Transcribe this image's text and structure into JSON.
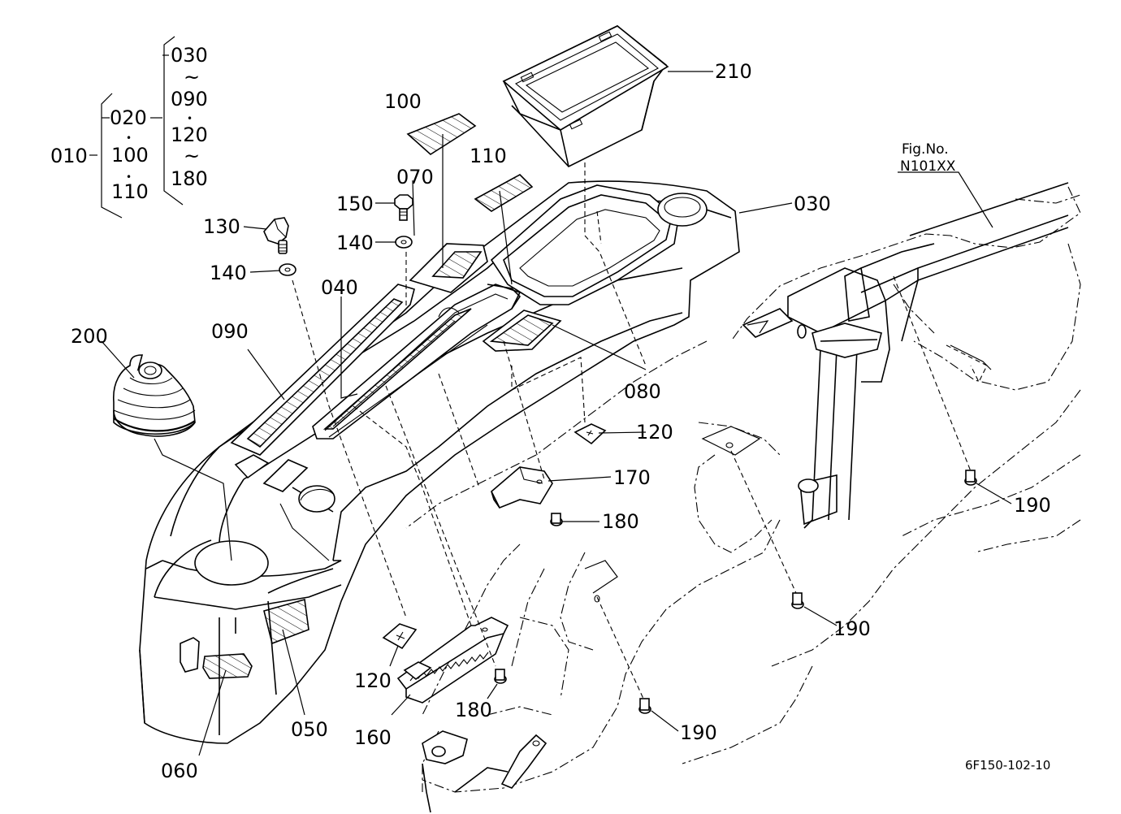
{
  "labels": {
    "l010": "010",
    "l020": "020",
    "l100a": "100",
    "l110a": "110",
    "l030a": "030",
    "l090a": "090",
    "l120a": "120",
    "l180a": "180",
    "tilde1": "~",
    "tilde2": "~",
    "dot1": "•",
    "dot2": "•",
    "dot3": "•",
    "c210": "210",
    "c100": "100",
    "c110": "110",
    "c070": "070",
    "c150": "150",
    "c140a": "140",
    "c130": "130",
    "c140b": "140",
    "c040": "040",
    "c090": "090",
    "c200": "200",
    "c030": "030",
    "c080": "080",
    "c120a": "120",
    "c170": "170",
    "c180a": "180",
    "c190a": "190",
    "c190b": "190",
    "c190c": "190",
    "c120b": "120",
    "c160": "160",
    "c180b": "180",
    "c050": "050",
    "c060": "060",
    "fig1": "Fig.No.",
    "fig2": "N101XX",
    "drawing_no": "6F150-102-10"
  }
}
